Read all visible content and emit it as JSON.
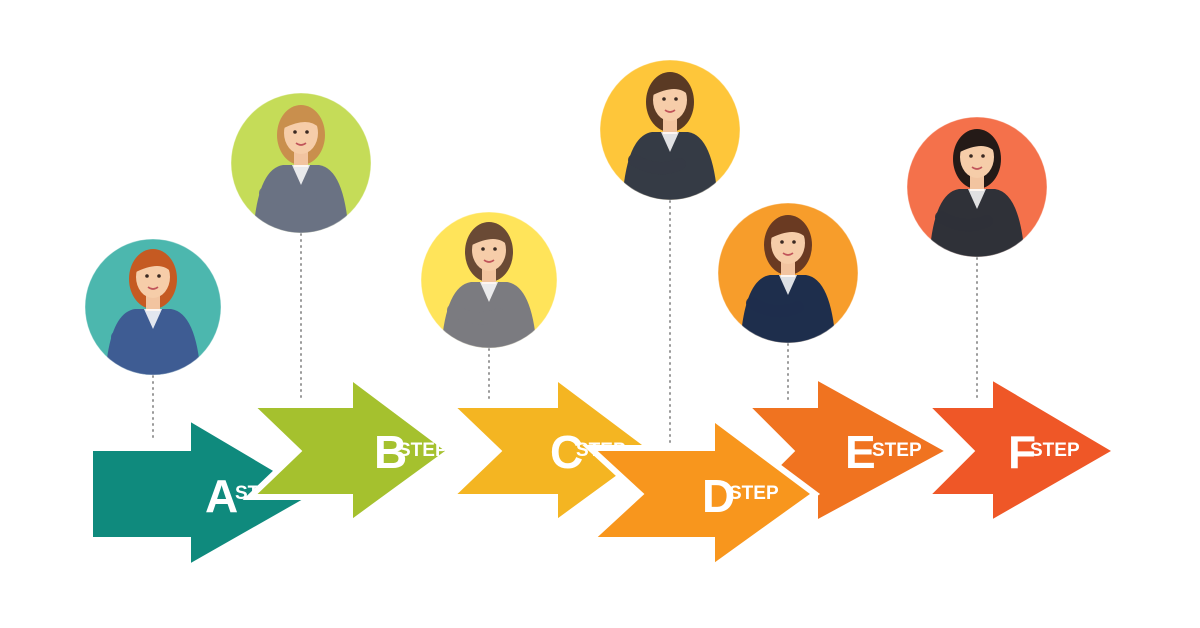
{
  "steps": [
    {
      "letter": "A",
      "word": "STEP",
      "color": "#0F8A7D",
      "avatar_bg": "#4CB7AE",
      "avatar": "woman-with-notebook-avatar",
      "hair": "#C55A22",
      "top": "#3E5C93"
    },
    {
      "letter": "B",
      "word": "STEP",
      "color": "#A5C12E",
      "avatar_bg": "#C5DC58",
      "avatar": "woman-with-glasses-avatar",
      "hair": "#C98F4D",
      "top": "#6A7283"
    },
    {
      "letter": "C",
      "word": "STEP",
      "color": "#F4B522",
      "avatar_bg": "#FFE45A",
      "avatar": "woman-with-tablet-avatar",
      "hair": "#6A4A35",
      "top": "#7B7B80"
    },
    {
      "letter": "D",
      "word": "STEP",
      "color": "#F8961D",
      "avatar_bg": "#FEC63A",
      "avatar": "businessman-avatar",
      "hair": "#5A3A24",
      "top": "#353B45"
    },
    {
      "letter": "E",
      "word": "STEP",
      "color": "#F07320",
      "avatar_bg": "#F79D2B",
      "avatar": "businesswoman-blazer-avatar",
      "hair": "#6A3A22",
      "top": "#1E2E4C"
    },
    {
      "letter": "F",
      "word": "STEP",
      "color": "#EF5727",
      "avatar_bg": "#F4714B",
      "avatar": "woman-arms-crossed-avatar",
      "hair": "#241A17",
      "top": "#2F3138"
    }
  ]
}
